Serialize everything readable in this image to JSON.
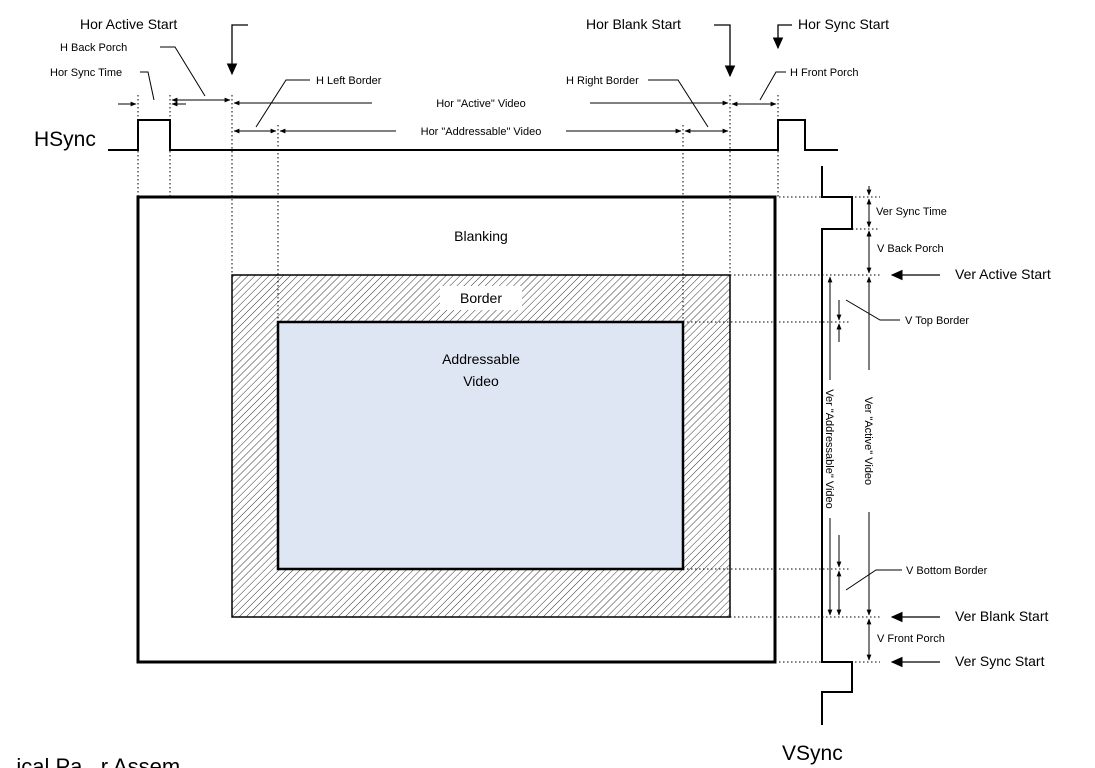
{
  "signals": {
    "hsync": "HSync",
    "vsync": "VSync"
  },
  "areas": {
    "blanking": "Blanking",
    "border": "Border",
    "addressable_line1": "Addressable",
    "addressable_line2": "Video"
  },
  "horizontal": {
    "active_start": "Hor Active Start",
    "blank_start": "Hor Blank Start",
    "sync_start": "Hor Sync Start",
    "back_porch": "H Back Porch",
    "sync_time": "Hor Sync Time",
    "left_border": "H Left Border",
    "right_border": "H Right Border",
    "front_porch": "H Front Porch",
    "active_video": "Hor \"Active\" Video",
    "addressable_video": "Hor \"Addressable\" Video"
  },
  "vertical": {
    "sync_time": "Ver Sync Time",
    "back_porch": "V Back Porch",
    "active_start": "Ver Active Start",
    "top_border": "V Top Border",
    "bottom_border": "V Bottom Border",
    "blank_start": "Ver Blank Start",
    "front_porch": "V Front Porch",
    "sync_start": "Ver Sync Start",
    "active_video": "Ver \"Active\" Video",
    "addressable_video": "Ver \"Addressable\" Video"
  },
  "footer": {
    "partial_caption": "...ical Pa...r Assem..."
  },
  "colors": {
    "addressable_fill": "#dde6f2",
    "hatch": "#000000",
    "line": "#000000"
  }
}
